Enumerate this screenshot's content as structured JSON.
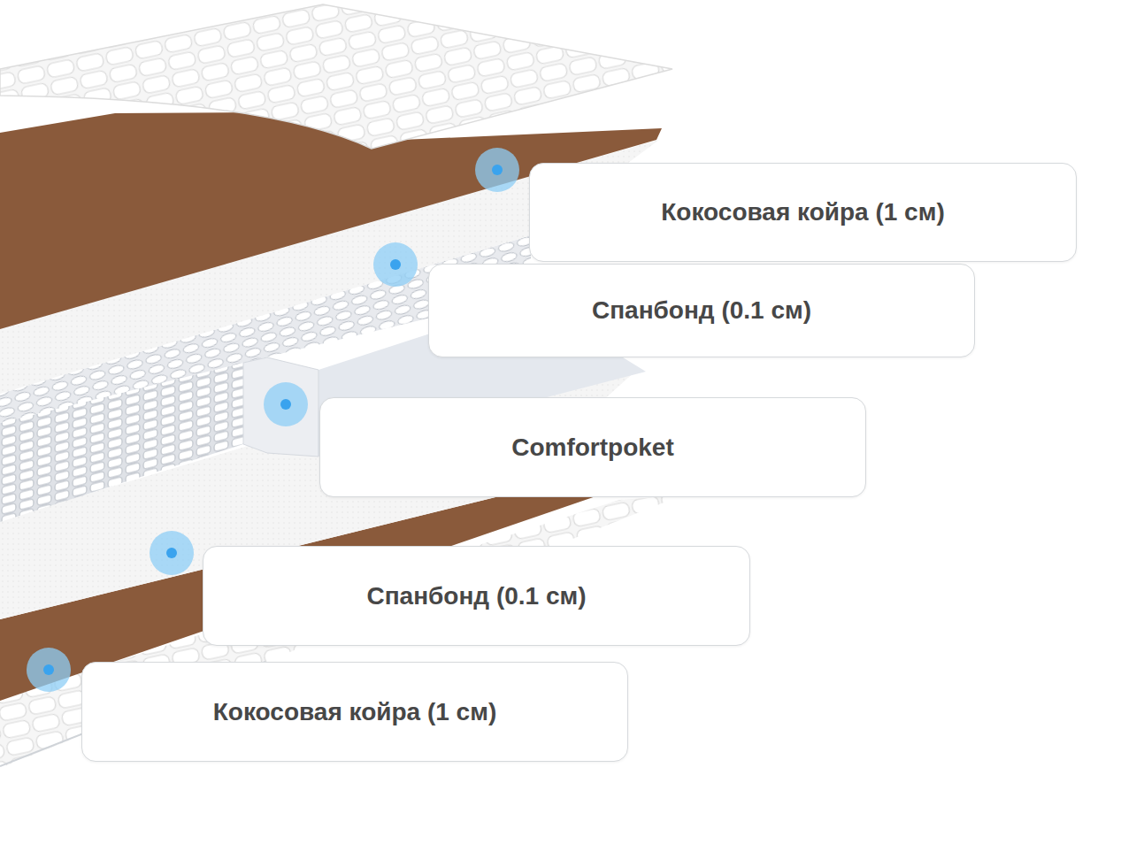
{
  "diagram": {
    "nodes": [
      {
        "text": [
          "Кокосовая койра (1 см)"
        ]
      },
      {
        "text": [
          "Спанбонд (0.1 см)"
        ]
      },
      {
        "text": [
          "Comfortpoket"
        ]
      },
      {
        "text": [
          "Спанбонд (0.1 см)"
        ]
      },
      {
        "text": [
          "Кокосовая койра (1 см)"
        ]
      }
    ]
  }
}
